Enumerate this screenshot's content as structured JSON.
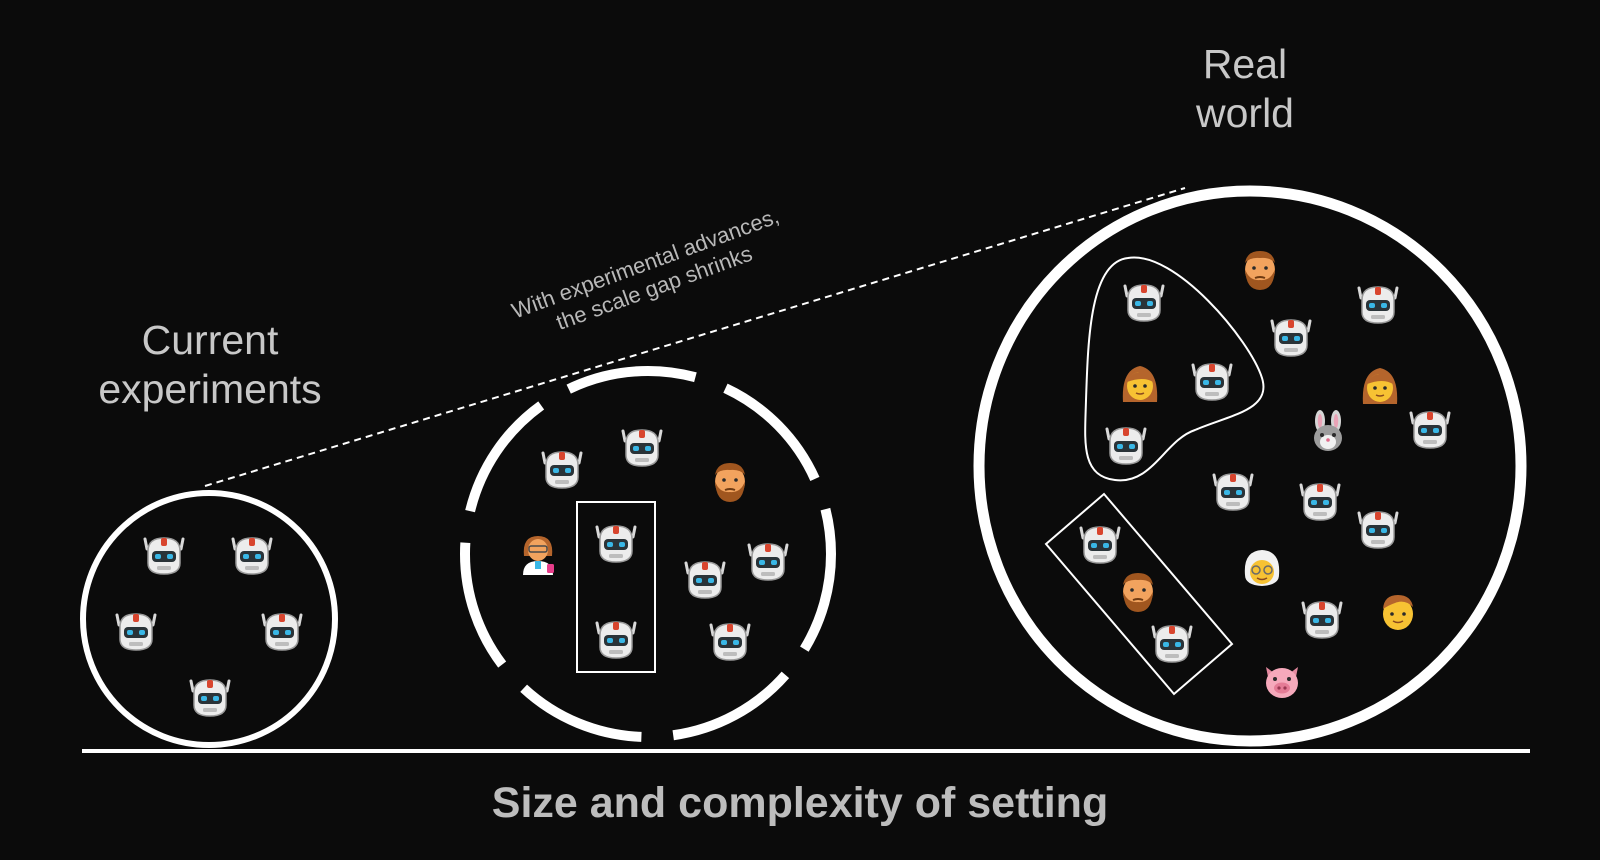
{
  "labels": {
    "current_experiments": [
      "Current",
      "experiments"
    ],
    "real_world": [
      "Real",
      "world"
    ],
    "gap_note": [
      "With experimental advances,",
      "the scale gap shrinks"
    ],
    "axis": "Size and complexity of setting"
  },
  "icons": {
    "small_circle": [
      "robot",
      "robot",
      "robot",
      "robot",
      "robot"
    ],
    "medium_circle": [
      "robot",
      "robot",
      "scientist",
      "robot",
      "robot",
      "bearded-man",
      "robot",
      "robot",
      "robot"
    ],
    "large_circle": [
      "robot",
      "robot",
      "robot",
      "woman",
      "bearded-man",
      "robot",
      "woman",
      "robot",
      "rabbit",
      "robot",
      "robot",
      "robot",
      "robot",
      "robot",
      "grandma",
      "robot",
      "pig",
      "boy",
      "bearded-man",
      "robot"
    ]
  },
  "colors": {
    "background": "#0b0b0b",
    "line": "#ffffff",
    "text": "#c8c8c8"
  }
}
